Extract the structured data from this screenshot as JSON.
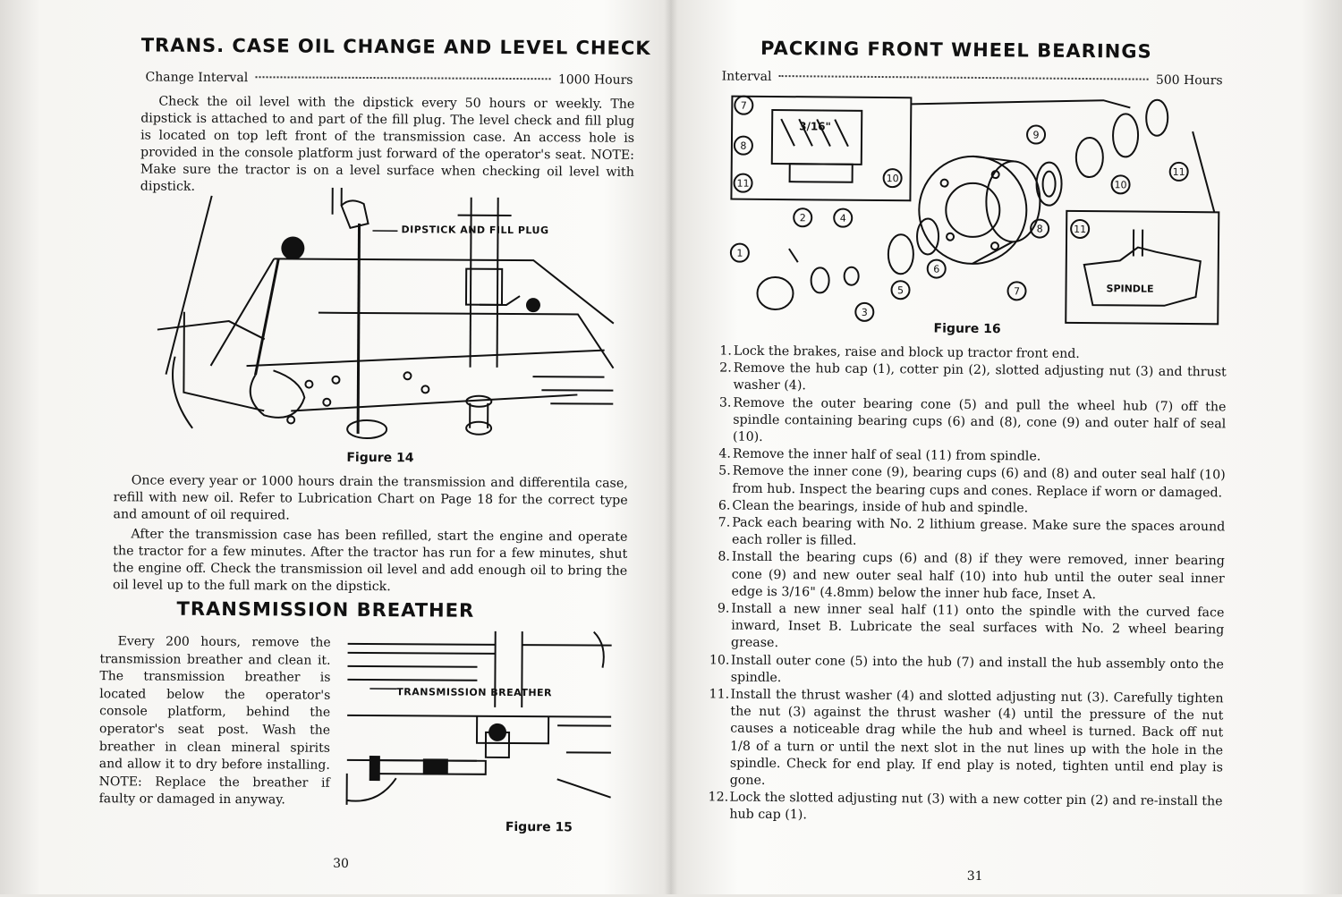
{
  "left_page": {
    "title": "TRANS. CASE OIL CHANGE AND LEVEL CHECK",
    "interval_label": "Change Interval",
    "interval_value": "1000 Hours",
    "para1": "Check the oil level with the dipstick every 50 hours or weekly. The dipstick is attached to and part of the fill plug. The level check and fill plug is located on top left front of the transmission case. An access hole is provided in the console platform just forward of the operator's seat. NOTE: Make sure the tractor is on a level surface when checking oil level with dipstick.",
    "figure14": {
      "callout": "DIPSTICK AND FILL PLUG",
      "caption": "Figure 14"
    },
    "para2": "Once every year or 1000 hours drain the transmission and differentila case, refill with new oil. Refer to Lubrication Chart on Page 18 for the correct type and amount of oil required.",
    "para3": "After the transmission case has been refilled, start the engine and operate the tractor for a few minutes. After the tractor has run for a few minutes, shut the engine off. Check the transmission oil level and add enough oil to bring the oil level up to the full mark on the dipstick.",
    "breather_title": "TRANSMISSION BREATHER",
    "breather_text": "Every 200 hours, remove the transmission breather and clean it. The transmission breather is located below the operator's console platform, behind the operator's seat post. Wash the breather in clean mineral spirits and allow it to dry before installing. NOTE: Replace the breather if faulty or damaged in anyway.",
    "figure15": {
      "callout": "TRANSMISSION BREATHER",
      "caption": "Figure 15"
    },
    "page_number": "30"
  },
  "right_page": {
    "title": "PACKING FRONT WHEEL BEARINGS",
    "interval_label": "Interval",
    "interval_value": "500 Hours",
    "figure16": {
      "caption": "Figure 16",
      "inset_a_dimension": "3/16\"",
      "inset_b_label": "SPINDLE",
      "part_numbers": [
        "1",
        "2",
        "3",
        "4",
        "5",
        "6",
        "7",
        "8",
        "9",
        "10",
        "11"
      ]
    },
    "steps": [
      {
        "n": "1.",
        "text": "Lock the brakes, raise and block up tractor front end."
      },
      {
        "n": "2.",
        "text": "Remove the hub cap (1), cotter pin (2), slotted adjusting nut (3) and thrust washer (4)."
      },
      {
        "n": "3.",
        "text": "Remove the outer bearing cone (5) and pull the wheel hub (7) off the spindle containing bearing cups (6) and (8), cone (9) and outer half of seal (10)."
      },
      {
        "n": "4.",
        "text": "Remove the inner half of seal (11) from spindle."
      },
      {
        "n": "5.",
        "text": "Remove the inner cone (9), bearing cups (6) and (8) and outer seal half (10) from hub. Inspect the bearing cups and cones. Replace if worn or damaged."
      },
      {
        "n": "6.",
        "text": "Clean the bearings, inside of hub and spindle."
      },
      {
        "n": "7.",
        "text": "Pack each bearing with No. 2 lithium grease. Make sure the spaces around each roller is filled."
      },
      {
        "n": "8.",
        "text": "Install the bearing cups (6) and (8) if they were removed, inner bearing cone (9) and new outer seal half (10) into hub until the outer seal inner edge is 3/16\" (4.8mm) below the inner hub face, Inset A."
      },
      {
        "n": "9.",
        "text": "Install a new inner seal half (11) onto the spindle with the curved face inward, Inset B. Lubricate the seal surfaces with No. 2 wheel bearing grease."
      },
      {
        "n": "10.",
        "text": "Install outer cone (5) into the hub (7) and install the hub assembly onto the spindle."
      },
      {
        "n": "11.",
        "text": "Install the thrust washer (4) and slotted adjusting nut (3). Carefully tighten the nut (3) against the thrust washer (4) until the pressure of the nut causes a noticeable drag while the hub and wheel is turned. Back off nut 1/8 of a turn or until the next slot in the nut lines up with the hole in the spindle. Check for end play. If end play is noted, tighten until end play is gone."
      },
      {
        "n": "12.",
        "text": "Lock the slotted adjusting nut (3) with a new cotter pin (2) and re-install the hub cap (1)."
      }
    ],
    "page_number": "31"
  }
}
